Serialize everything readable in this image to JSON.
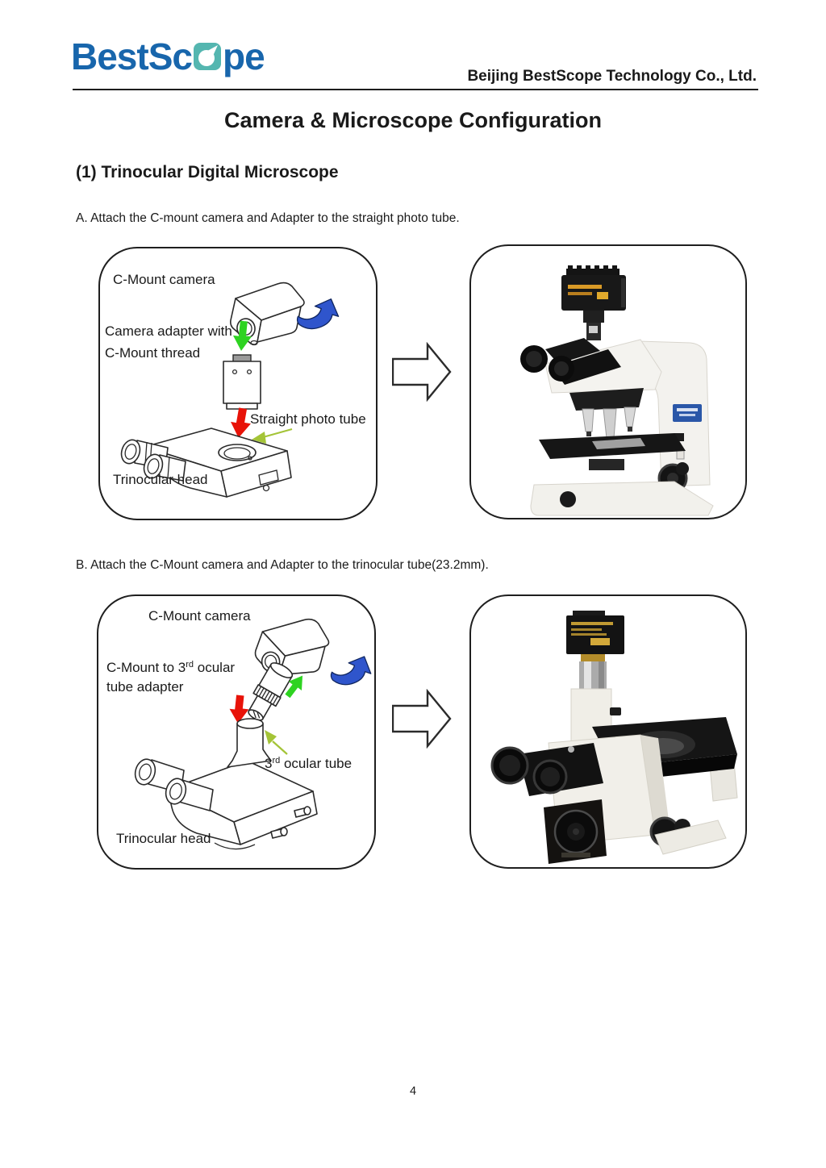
{
  "header": {
    "logo_text_pre": "BestSc",
    "logo_text_post": "pe",
    "company": "Beijing BestScope Technology Co., Ltd.",
    "brand_blue": "#1866ac",
    "brand_teal": "#54b6b0"
  },
  "title": "Camera & Microscope Configuration",
  "section": {
    "heading": "(1) Trinocular Digital Microscope",
    "step_a": "A. Attach the C-mount camera and Adapter to the straight photo tube.",
    "step_b": "B. Attach the C-Mount camera and Adapter to the trinocular tube(23.2mm)."
  },
  "diagram_a": {
    "label_camera": "C-Mount camera",
    "label_adapter_line1": "Camera adapter with",
    "label_adapter_line2": "C-Mount thread",
    "label_tube": "Straight photo tube",
    "label_head": "Trinocular head"
  },
  "diagram_b": {
    "label_camera": "C-Mount camera",
    "label_adapter_pre": "C-Mount to 3",
    "label_adapter_sup": "rd",
    "label_adapter_post": " ocular",
    "label_adapter_line2": "tube adapter",
    "label_tube_pre": "3",
    "label_tube_sup": "rd",
    "label_tube_post": " ocular tube",
    "label_head": "Trinocular head"
  },
  "colors": {
    "rotate_arrow": "#2f55cc",
    "rotate_arrow_edge": "#10265f",
    "attach_arrow": "#2ed321",
    "insert_arrow": "#e81309",
    "callout_arrow": "#a4c437"
  },
  "footer": {
    "page_number": "4"
  }
}
